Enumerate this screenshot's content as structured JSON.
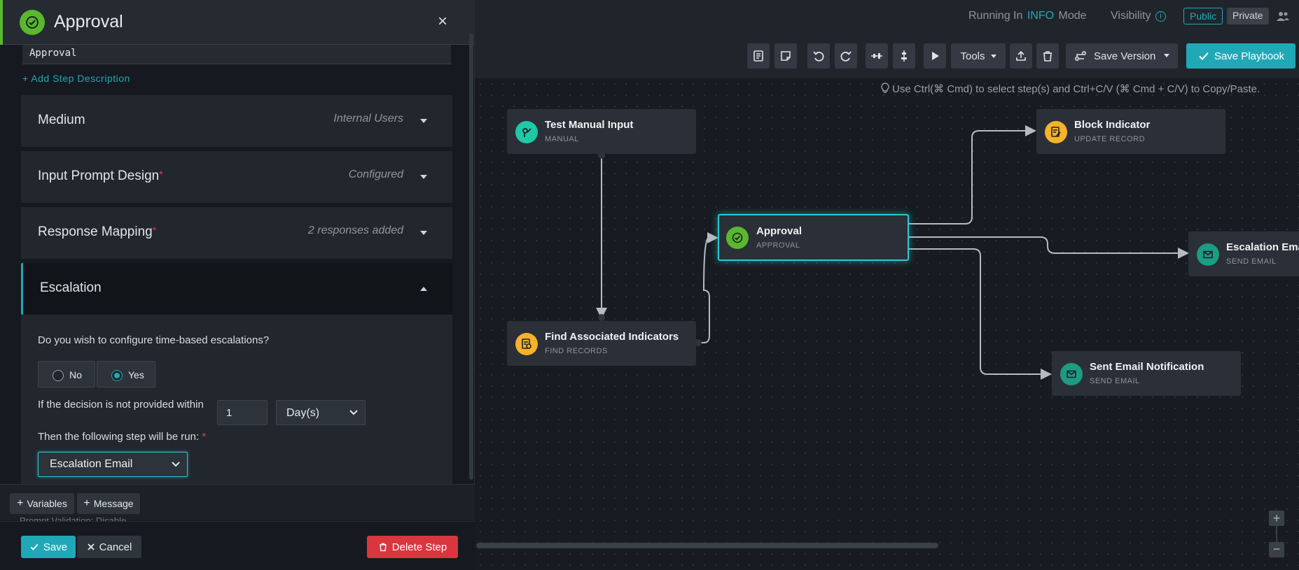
{
  "panel": {
    "title": "Approval",
    "close_label": "×",
    "step_name_value": "Approval",
    "add_description": "+ Add Step Description",
    "sections": [
      {
        "label": "Medium",
        "value": "Internal Users",
        "required": false
      },
      {
        "label": "Input Prompt Design",
        "value": "Configured",
        "required": true
      },
      {
        "label": "Response Mapping",
        "value": "2 responses added",
        "required": true
      }
    ],
    "escalation": {
      "label": "Escalation",
      "question": "Do you wish to configure time-based escalations?",
      "options": [
        "No",
        "Yes"
      ],
      "selected": "Yes",
      "within_label": "If the decision is not provided within",
      "within_value": "1",
      "unit": "Day(s)",
      "then_label": "Then the following step will be run:",
      "required_mark": "*",
      "step_value": "Escalation Email"
    },
    "insert": {
      "variables": "Variables",
      "message": "Message",
      "plus": "+"
    },
    "partial_text": "Prompt Validation: Disable",
    "footer": {
      "save": "Save",
      "cancel": "Cancel",
      "delete": "Delete Step"
    }
  },
  "topbar": {
    "running_in": "Running In",
    "mode_value": "INFO",
    "mode_label": "Mode",
    "visibility": "Visibility",
    "info_glyph": "i",
    "public": "Public",
    "private": "Private",
    "tools": "Tools",
    "save_version": "Save Version",
    "save_playbook": "Save Playbook"
  },
  "canvas": {
    "hint": "Use Ctrl(⌘ Cmd) to select step(s) and Ctrl+C/V (⌘ Cmd + C/V) to Copy/Paste.",
    "zoom_in": "+",
    "zoom_out": "−",
    "nodes": [
      {
        "title": "Test Manual Input",
        "subtitle": "MANUAL",
        "icon": "manual-icon",
        "color": "#1fc9a6"
      },
      {
        "title": "Find Associated Indicators",
        "subtitle": "FIND RECORDS",
        "icon": "find-records-icon",
        "color": "#f6b22a"
      },
      {
        "title": "Approval",
        "subtitle": "APPROVAL",
        "icon": "approval-icon",
        "color": "#5ab82e"
      },
      {
        "title": "Block Indicator",
        "subtitle": "UPDATE RECORD",
        "icon": "update-record-icon",
        "color": "#f6b22a"
      },
      {
        "title": "Escalation Email",
        "subtitle": "SEND EMAIL",
        "icon": "email-icon",
        "color": "#1c9c82"
      },
      {
        "title": "Sent Email Notification",
        "subtitle": "SEND EMAIL",
        "icon": "email-icon",
        "color": "#1c9c82"
      }
    ]
  },
  "colors": {
    "accent": "#21a8b7",
    "success": "#5ab82e",
    "danger": "#d9363e",
    "selected_border": "#2ec7d4"
  }
}
